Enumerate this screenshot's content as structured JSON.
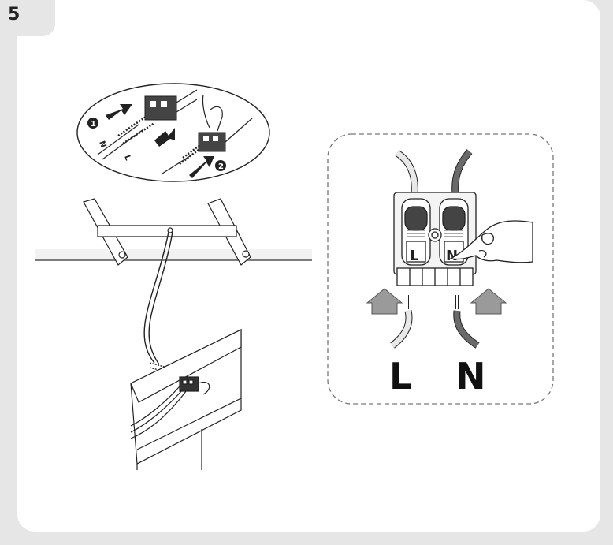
{
  "step": {
    "number": "5"
  },
  "detail_inset": {
    "labels": {
      "neutral": "N",
      "live": "L"
    },
    "markers": {
      "first": "1",
      "second": "2"
    }
  },
  "terminal_block": {
    "slot_labels": {
      "live": "L",
      "neutral": "N"
    }
  },
  "wire_labels": {
    "live": "L",
    "neutral": "N"
  },
  "colors": {
    "live_wire": "#e8e8e8",
    "neutral_wire": "#6a6a6a",
    "neutral_wire_accent": "#8a3a3a",
    "arrow_fill": "#9a9a9a"
  }
}
